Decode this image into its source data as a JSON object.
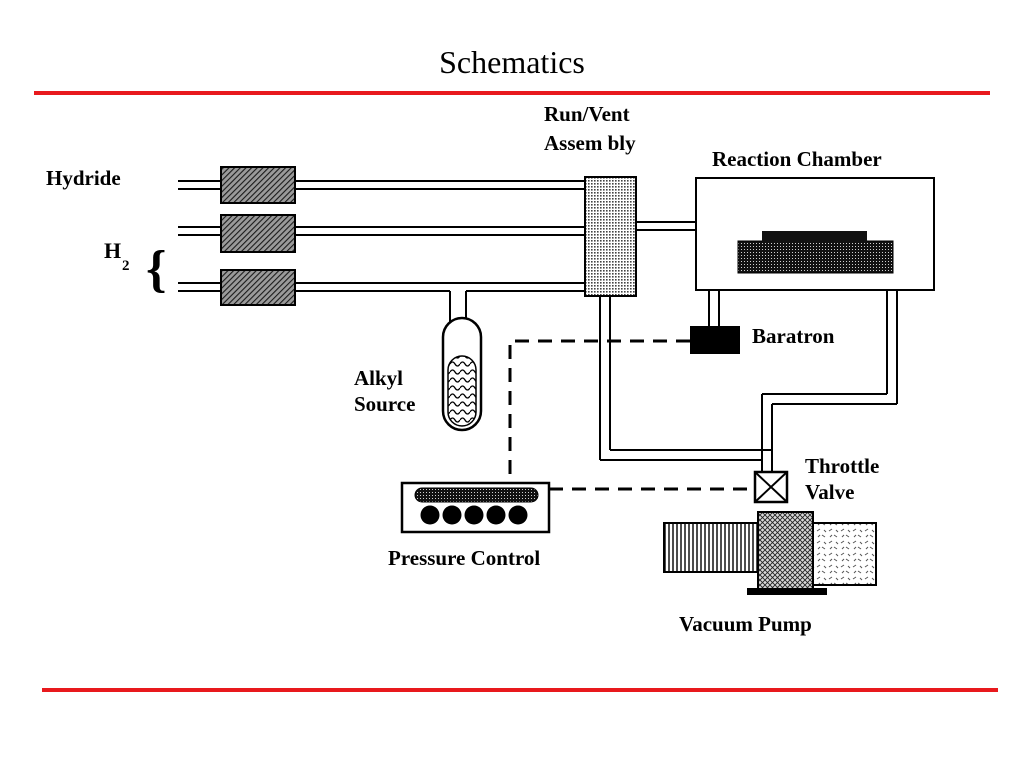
{
  "slide": {
    "title": "Schematics"
  },
  "labels": {
    "hydride": "Hydride",
    "h2_base": "H",
    "h2_sub": "2",
    "brace": "{",
    "run_vent_line1": "Run/Vent",
    "run_vent_line2": "Assem bly",
    "reaction_chamber": "Reaction Chamber",
    "baratron": "Baratron",
    "alkyl_line1": "Alkyl",
    "alkyl_line2": "Source",
    "throttle_line1": "Throttle",
    "throttle_line2": "Valve",
    "pressure_control": "Pressure Control",
    "vacuum_pump": "Vacuum Pump"
  },
  "colors": {
    "accent_rule": "#e8191d",
    "ink": "#000000"
  }
}
